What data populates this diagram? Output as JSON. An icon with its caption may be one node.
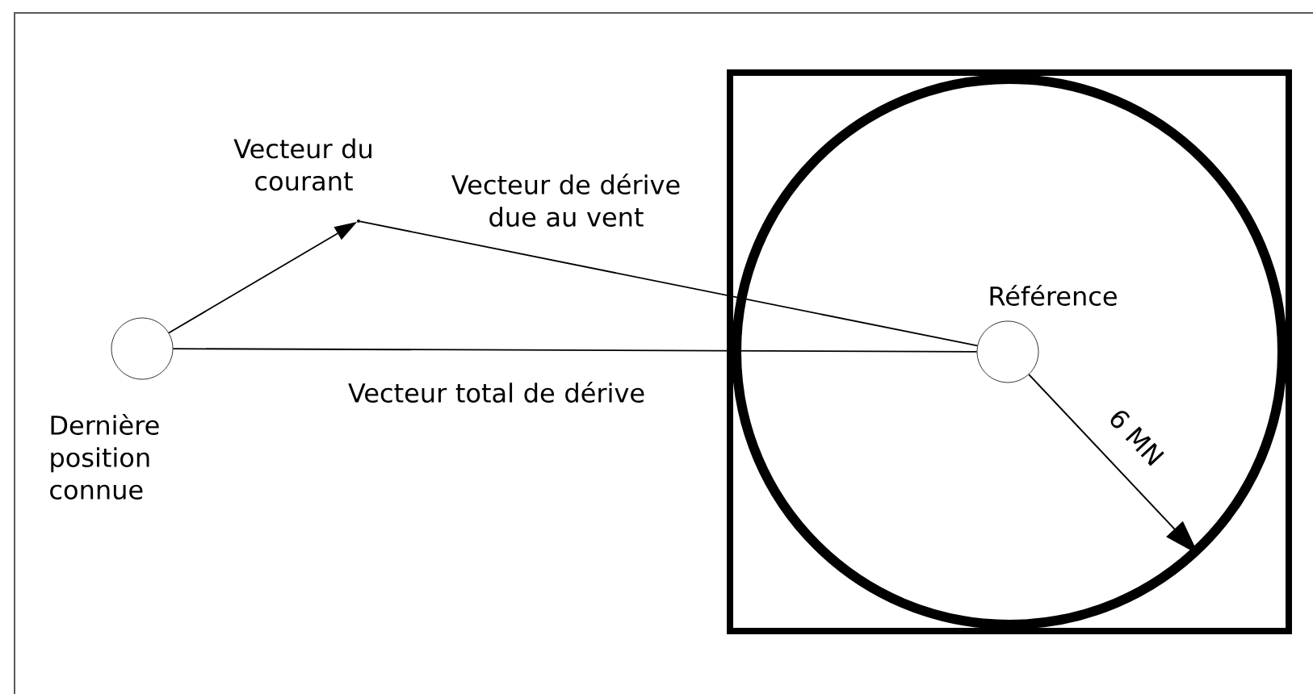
{
  "diagram": {
    "nodes": [
      {
        "text": [],
        "shape": "circle",
        "beside": [
          "Dernière position connue"
        ]
      },
      {
        "text": [],
        "shape": "point"
      },
      {
        "text": [],
        "shape": "circle",
        "beside": [
          "Référence"
        ],
        "in": 4
      },
      {
        "text": [],
        "shape": "box"
      },
      {
        "text": [],
        "shape": "circle",
        "in": 3
      }
    ],
    "edges": [
      {
        "from": 0,
        "to": 1,
        "arrow": "to",
        "label": "Vecteur du courant"
      },
      {
        "from": 1,
        "to": 2,
        "arrow": "none",
        "label": "Vecteur de dérive due au vent"
      },
      {
        "from": 0,
        "to": 2,
        "arrow": "none",
        "label": "Vecteur total de dérive"
      },
      {
        "from": 2,
        "to": 4,
        "arrow": "to",
        "label": "6 MN"
      }
    ]
  }
}
